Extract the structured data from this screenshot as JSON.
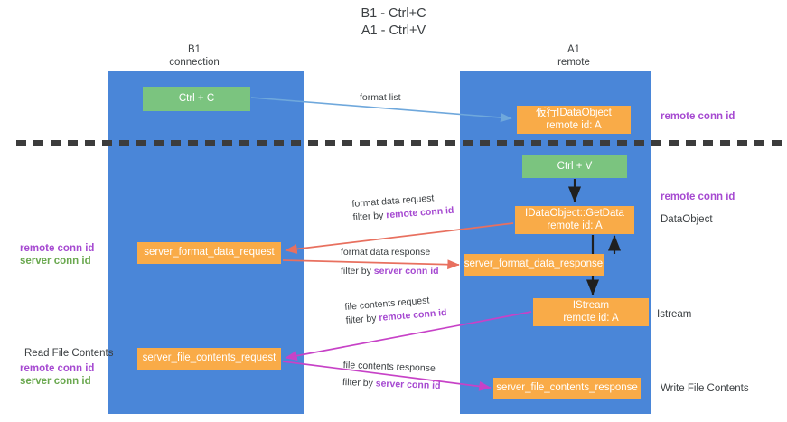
{
  "title": {
    "line1": "B1 - Ctrl+C",
    "line2": "A1 - Ctrl+V"
  },
  "columns": [
    {
      "name": "B1",
      "subtitle": "connection"
    },
    {
      "name": "A1",
      "subtitle": "remote"
    }
  ],
  "nodes": {
    "ctrl_c": {
      "label": "Ctrl + C",
      "color": "#7bc47f"
    },
    "ctrl_v": {
      "label": "Ctrl + V",
      "color": "#7bc47f"
    },
    "idataobject": {
      "line1": "仮行IDataObject",
      "line2": "remote id: A",
      "color": "#f9ab48"
    },
    "getdata": {
      "line1": "IDataObject::GetData",
      "line2": "remote id: A",
      "color": "#f9ab48"
    },
    "format_request": {
      "label": "server_format_data_request",
      "color": "#f9ab48"
    },
    "format_response": {
      "label": "server_format_data_response",
      "color": "#f9ab48"
    },
    "istream": {
      "line1": "IStream",
      "line2": "remote id: A",
      "color": "#f9ab48"
    },
    "file_request": {
      "label": "server_file_contents_request",
      "color": "#f9ab48"
    },
    "file_response": {
      "label": "server_file_contents_response",
      "color": "#f9ab48"
    }
  },
  "edge_labels": {
    "format_list": {
      "line1": "format list"
    },
    "format_data_request": {
      "line1": "format data request",
      "prefix2": "filter by ",
      "key2": "remote conn id"
    },
    "format_data_response": {
      "line1": "format data response",
      "prefix2": "filter by ",
      "key2": "server conn id"
    },
    "file_contents_request": {
      "line1": "file contents request",
      "prefix2": "filter by ",
      "key2": "remote conn id"
    },
    "file_contents_response": {
      "line1": "file contents response",
      "prefix2": "filter by ",
      "key2": "server conn id"
    }
  },
  "side_labels": {
    "remote_conn_id_top": "remote conn id",
    "remote_conn_id_mid": "remote conn id",
    "dataobject": "DataObject",
    "istream": "Istream",
    "write_file_contents": "Write File Contents",
    "read_file_contents": "Read File Contents",
    "left_remote_conn_id_1": "remote conn id",
    "left_server_conn_id_1": "server conn id",
    "left_remote_conn_id_2": "remote conn id",
    "left_server_conn_id_2": "server conn id"
  },
  "colors": {
    "lane_blue": "#4a86d8",
    "node_green": "#7bc47f",
    "node_orange": "#f9ab48",
    "purple": "#a64ad1",
    "green_text": "#6aa84f",
    "arrow_lightblue": "#6fa8dc",
    "arrow_red": "#e8705f",
    "arrow_magenta": "#c742c7",
    "arrow_black": "#1f1f1f",
    "divider": "#3c3c3c"
  }
}
